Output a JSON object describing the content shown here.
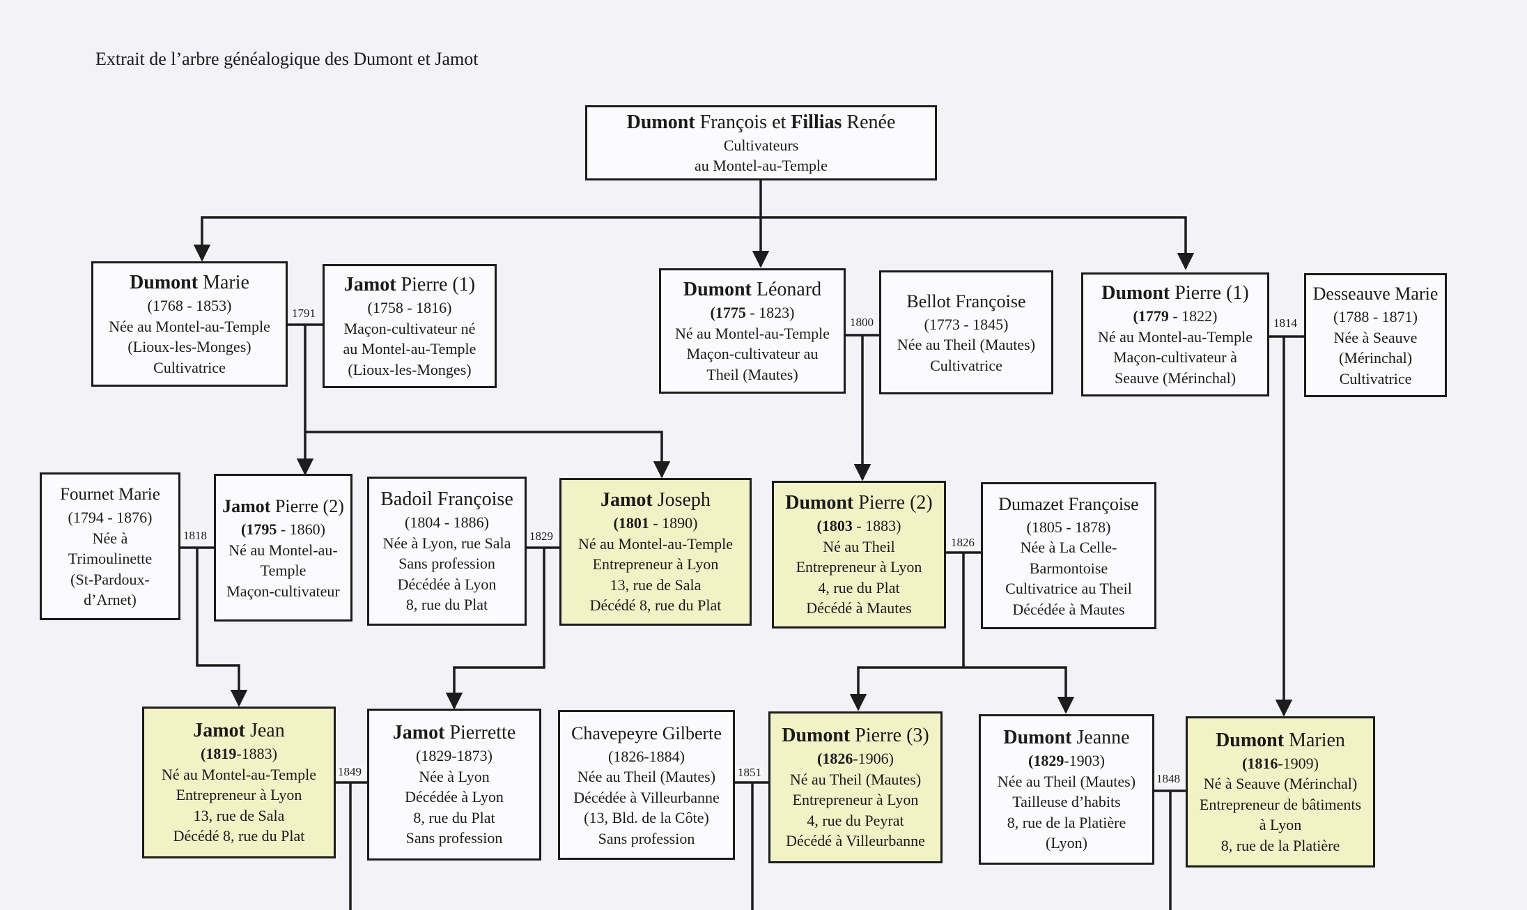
{
  "caption": "Extrait de l’arbre généalogique des Dumont et Jamot",
  "people": {
    "root": {
      "surname": "Dumont",
      "given": "François et",
      "surname2": "Fillias",
      "given2": "Renée",
      "lines": [
        "Cultivateurs",
        "au Montel-au-Temple"
      ]
    },
    "marie_dumont": {
      "surname": "Dumont",
      "given": "Marie",
      "lines": [
        "(1768 - 1853)",
        "Née au Montel-au-Temple",
        "(Lioux-les-Monges)",
        "Cultivatrice"
      ]
    },
    "pierre1_jamot": {
      "surname": "Jamot",
      "given": "Pierre (1)",
      "lines": [
        "(1758 - 1816)",
        "Maçon-cultivateur né",
        "au Montel-au-Temple",
        "(Lioux-les-Monges)"
      ]
    },
    "leonard_dumont": {
      "surname": "Dumont",
      "given": "Léonard",
      "birth": "(1775",
      "death": " - 1823)",
      "lines": [
        "Né au Montel-au-Temple",
        "Maçon-cultivateur au",
        "Theil (Mautes)"
      ]
    },
    "francoise_bellot": {
      "name": "Bellot Françoise",
      "lines": [
        "(1773 - 1845)",
        "Née au Theil (Mautes)",
        "Cultivatrice"
      ]
    },
    "pierre1_dumont": {
      "surname": "Dumont",
      "given": "Pierre (1)",
      "birth": "(1779",
      "death": " - 1822)",
      "lines": [
        "Né au Montel-au-Temple",
        "Maçon-cultivateur à",
        "Seauve (Mérinchal)"
      ]
    },
    "marie_desseauve": {
      "name": "Desseauve Marie",
      "lines": [
        "(1788 - 1871)",
        "Née à Seauve",
        "(Mérinchal)",
        "Cultivatrice"
      ]
    },
    "marie_fournet": {
      "name": "Fournet Marie",
      "lines": [
        "(1794 - 1876)",
        "Née à",
        "Trimoulinette",
        "(St-Pardoux-",
        "d’Arnet)"
      ]
    },
    "pierre2_jamot": {
      "surname": "Jamot",
      "given": "Pierre (2)",
      "birth": "(1795",
      "death": " - 1860)",
      "lines": [
        "Né au Montel-au-",
        "Temple",
        "Maçon-cultivateur"
      ]
    },
    "francoise_badoil": {
      "name": "Badoil Françoise",
      "lines": [
        "(1804 - 1886)",
        "Née à Lyon, rue Sala",
        "Sans profession",
        "Décédée à Lyon",
        "8, rue du Plat"
      ]
    },
    "joseph_jamot": {
      "surname": "Jamot",
      "given": "Joseph",
      "birth": "(1801",
      "death": " - 1890)",
      "lines": [
        "Né au Montel-au-Temple",
        "Entrepreneur à Lyon",
        "13, rue de Sala",
        "Décédé 8, rue du Plat"
      ]
    },
    "pierre2_dumont": {
      "surname": "Dumont",
      "given": "Pierre (2)",
      "birth": "(1803",
      "death": " - 1883)",
      "lines": [
        "Né au Theil",
        "Entrepreneur à Lyon",
        "4, rue du Plat",
        "Décédé à Mautes"
      ]
    },
    "francoise_dumazet": {
      "name": "Dumazet Françoise",
      "lines": [
        "(1805 - 1878)",
        "Née à La Celle-",
        "Barmontoise",
        "Cultivatrice au Theil",
        "Décédée à Mautes"
      ]
    },
    "jean_jamot": {
      "surname": "Jamot",
      "given": "Jean",
      "birth": "(1819",
      "death": "-1883)",
      "lines": [
        "Né au Montel-au-Temple",
        "Entrepreneur à Lyon",
        "13, rue de Sala",
        "Décédé 8, rue du Plat"
      ]
    },
    "pierrette_jamot": {
      "surname": "Jamot",
      "given": "Pierrette",
      "lines": [
        "(1829-1873)",
        "Née à Lyon",
        "Décédée à Lyon",
        "8, rue du Plat",
        "Sans profession"
      ]
    },
    "gilberte_chavepeyre": {
      "name": "Chavepeyre Gilberte",
      "lines": [
        "(1826-1884)",
        "Née au Theil (Mautes)",
        "Décédée à Villeurbanne",
        "(13, Bld. de la Côte)",
        "Sans profession"
      ]
    },
    "pierre3_dumont": {
      "surname": "Dumont",
      "given": "Pierre (3)",
      "birth": "(1826",
      "death": "-1906)",
      "lines": [
        "Né au Theil (Mautes)",
        "Entrepreneur à Lyon",
        "4, rue du Peyrat",
        "Décédé à Villeurbanne"
      ]
    },
    "jeanne_dumont": {
      "surname": "Dumont",
      "given": "Jeanne",
      "birth": "(1829",
      "death": "-1903)",
      "lines": [
        "Née au Theil (Mautes)",
        "Tailleuse d’habits",
        "8, rue de la Platière",
        "(Lyon)"
      ]
    },
    "marien_dumont": {
      "surname": "Dumont",
      "given": "Marien",
      "birth": "(1816",
      "death": "-1909)",
      "lines": [
        "Né à Seauve (Mérinchal)",
        "Entrepreneur de bâtiments",
        "à Lyon",
        "8, rue de la Platière"
      ]
    }
  },
  "marriages": {
    "m1791": "1791",
    "m1800": "1800",
    "m1814": "1814",
    "m1818": "1818",
    "m1829": "1829",
    "m1826": "1826",
    "m1849": "1849",
    "m1851": "1851",
    "m1848": "1848"
  },
  "colors": {
    "highlight": "#f1f2c6",
    "line": "#1c1c1c",
    "page": "#f2f2f7"
  }
}
